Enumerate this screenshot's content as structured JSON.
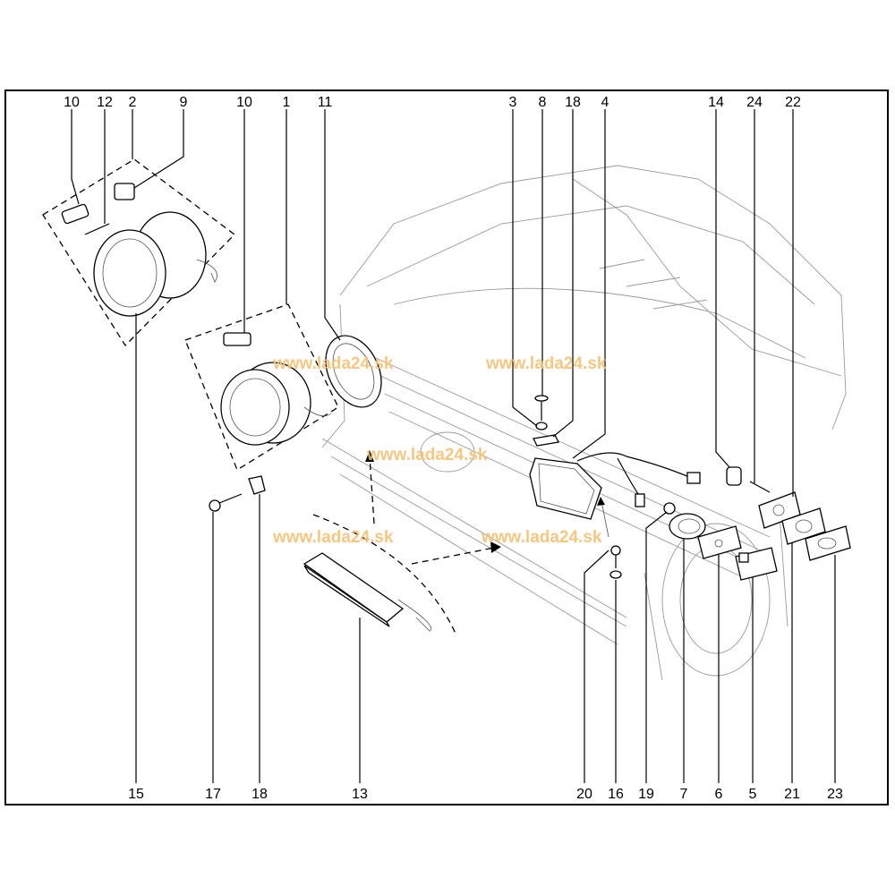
{
  "diagram": {
    "callouts_top": [
      "10",
      "12",
      "2",
      "9",
      "10",
      "1",
      "11",
      "3",
      "8",
      "18",
      "4",
      "14",
      "24",
      "22"
    ],
    "callouts_bottom": [
      "15",
      "17",
      "18",
      "13",
      "20",
      "16",
      "19",
      "7",
      "6",
      "5",
      "21",
      "23"
    ],
    "watermarks": [
      "www.lada24.sk",
      "www.lada24.sk",
      "www.lada24.sk",
      "www.lada24.sk",
      "www.lada24.sk"
    ],
    "watermark_color": "#f3c275"
  }
}
